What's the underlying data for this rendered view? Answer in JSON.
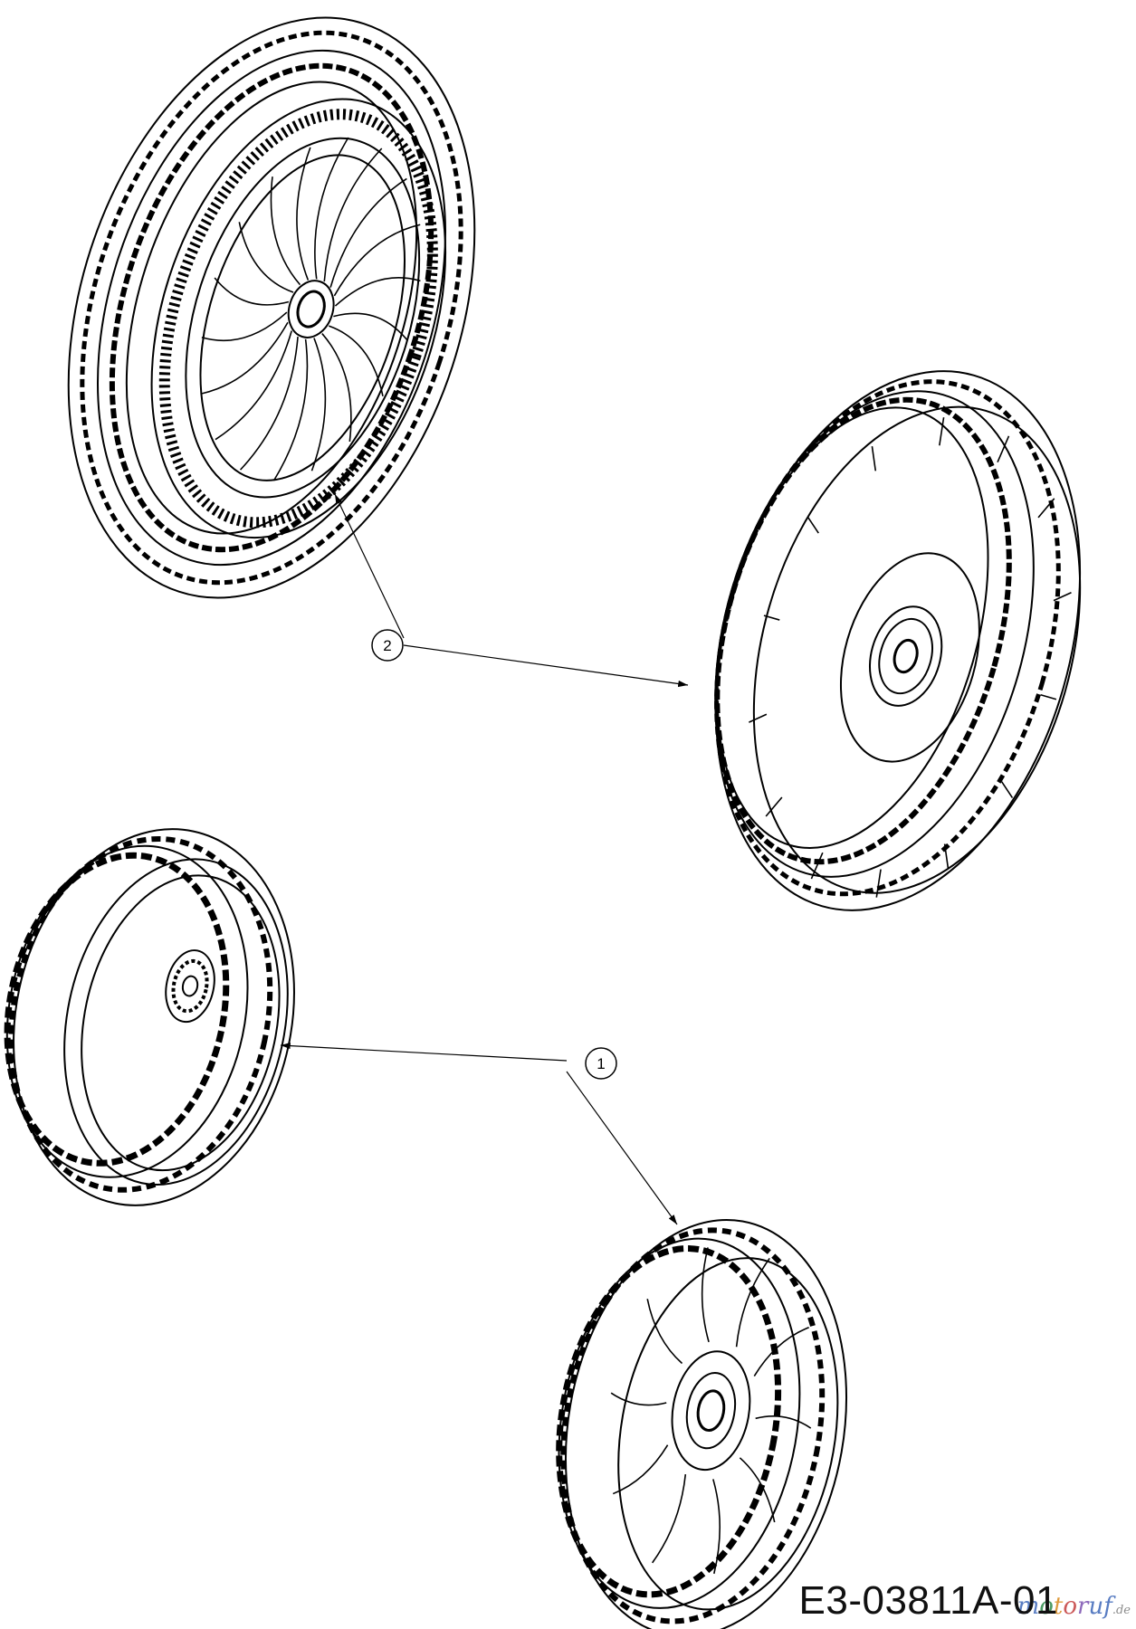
{
  "callouts": [
    {
      "label": "2"
    },
    {
      "label": "1"
    }
  ],
  "drawing_code": "E3-03811A-01",
  "watermark": {
    "brand": "motoruf",
    "suffix": ".de"
  },
  "colors": {
    "line": "#000000",
    "background": "#ffffff"
  }
}
